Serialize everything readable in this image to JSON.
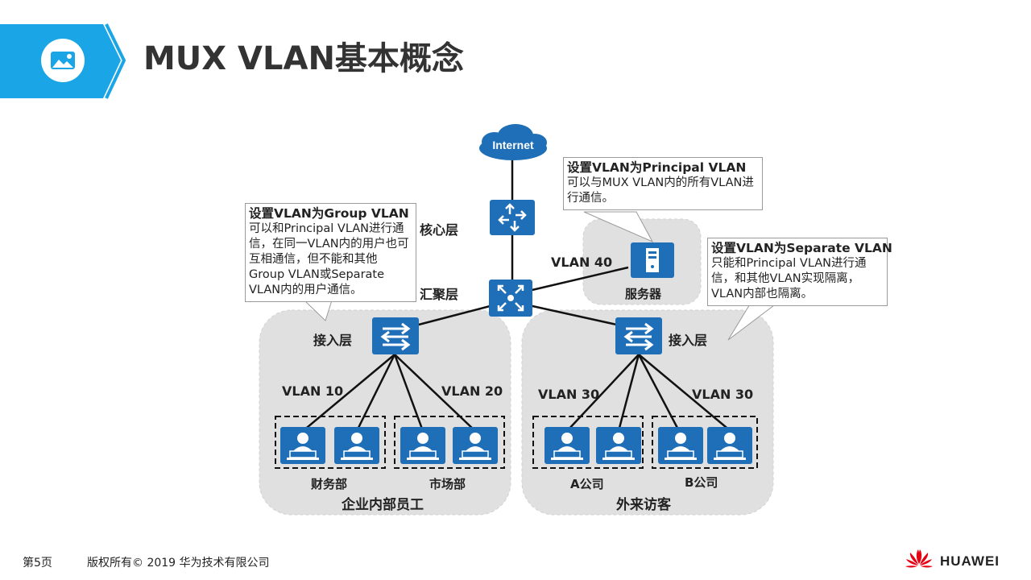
{
  "header": {
    "title": "MUX VLAN基本概念",
    "icon": "picture-icon",
    "accent_color": "#1aa5e6"
  },
  "diagram": {
    "internet_label": "Internet",
    "layers": {
      "core": "核心层",
      "aggregation": "汇聚层",
      "access_left": "接入层",
      "access_right": "接入层"
    },
    "vlans": {
      "server": "VLAN 40",
      "finance": "VLAN 10",
      "market": "VLAN 20",
      "company_a": "VLAN 30",
      "company_b": "VLAN 30"
    },
    "server_label": "服务器",
    "groups": {
      "finance": "财务部",
      "market": "市场部",
      "company_a": "A公司",
      "company_b": "B公司",
      "internal": "企业内部员工",
      "visitors": "外来访客"
    },
    "callouts": {
      "principal": {
        "head": "设置VLAN为Principal VLAN",
        "body": "可以与MUX VLAN内的所有VLAN进行通信。"
      },
      "group": {
        "head": "设置VLAN为Group VLAN",
        "body": "可以和Principal VLAN进行通信，在同一VLAN内的用户也可互相通信，但不能和其他Group VLAN或Separate VLAN内的用户通信。"
      },
      "separate": {
        "head": "设置VLAN为Separate VLAN",
        "body": "只能和Principal VLAN进行通信，和其他VLAN实现隔离，VLAN内部也隔离。"
      }
    },
    "colors": {
      "device_blue": "#1f6fb8",
      "zone_gray": "#e0e0e0",
      "cloud_blue": "#1f6fb8"
    }
  },
  "footer": {
    "page": "第5页",
    "copyright": "版权所有© 2019 华为技术有限公司",
    "brand": "HUAWEI",
    "logo_color": "#e60012"
  }
}
